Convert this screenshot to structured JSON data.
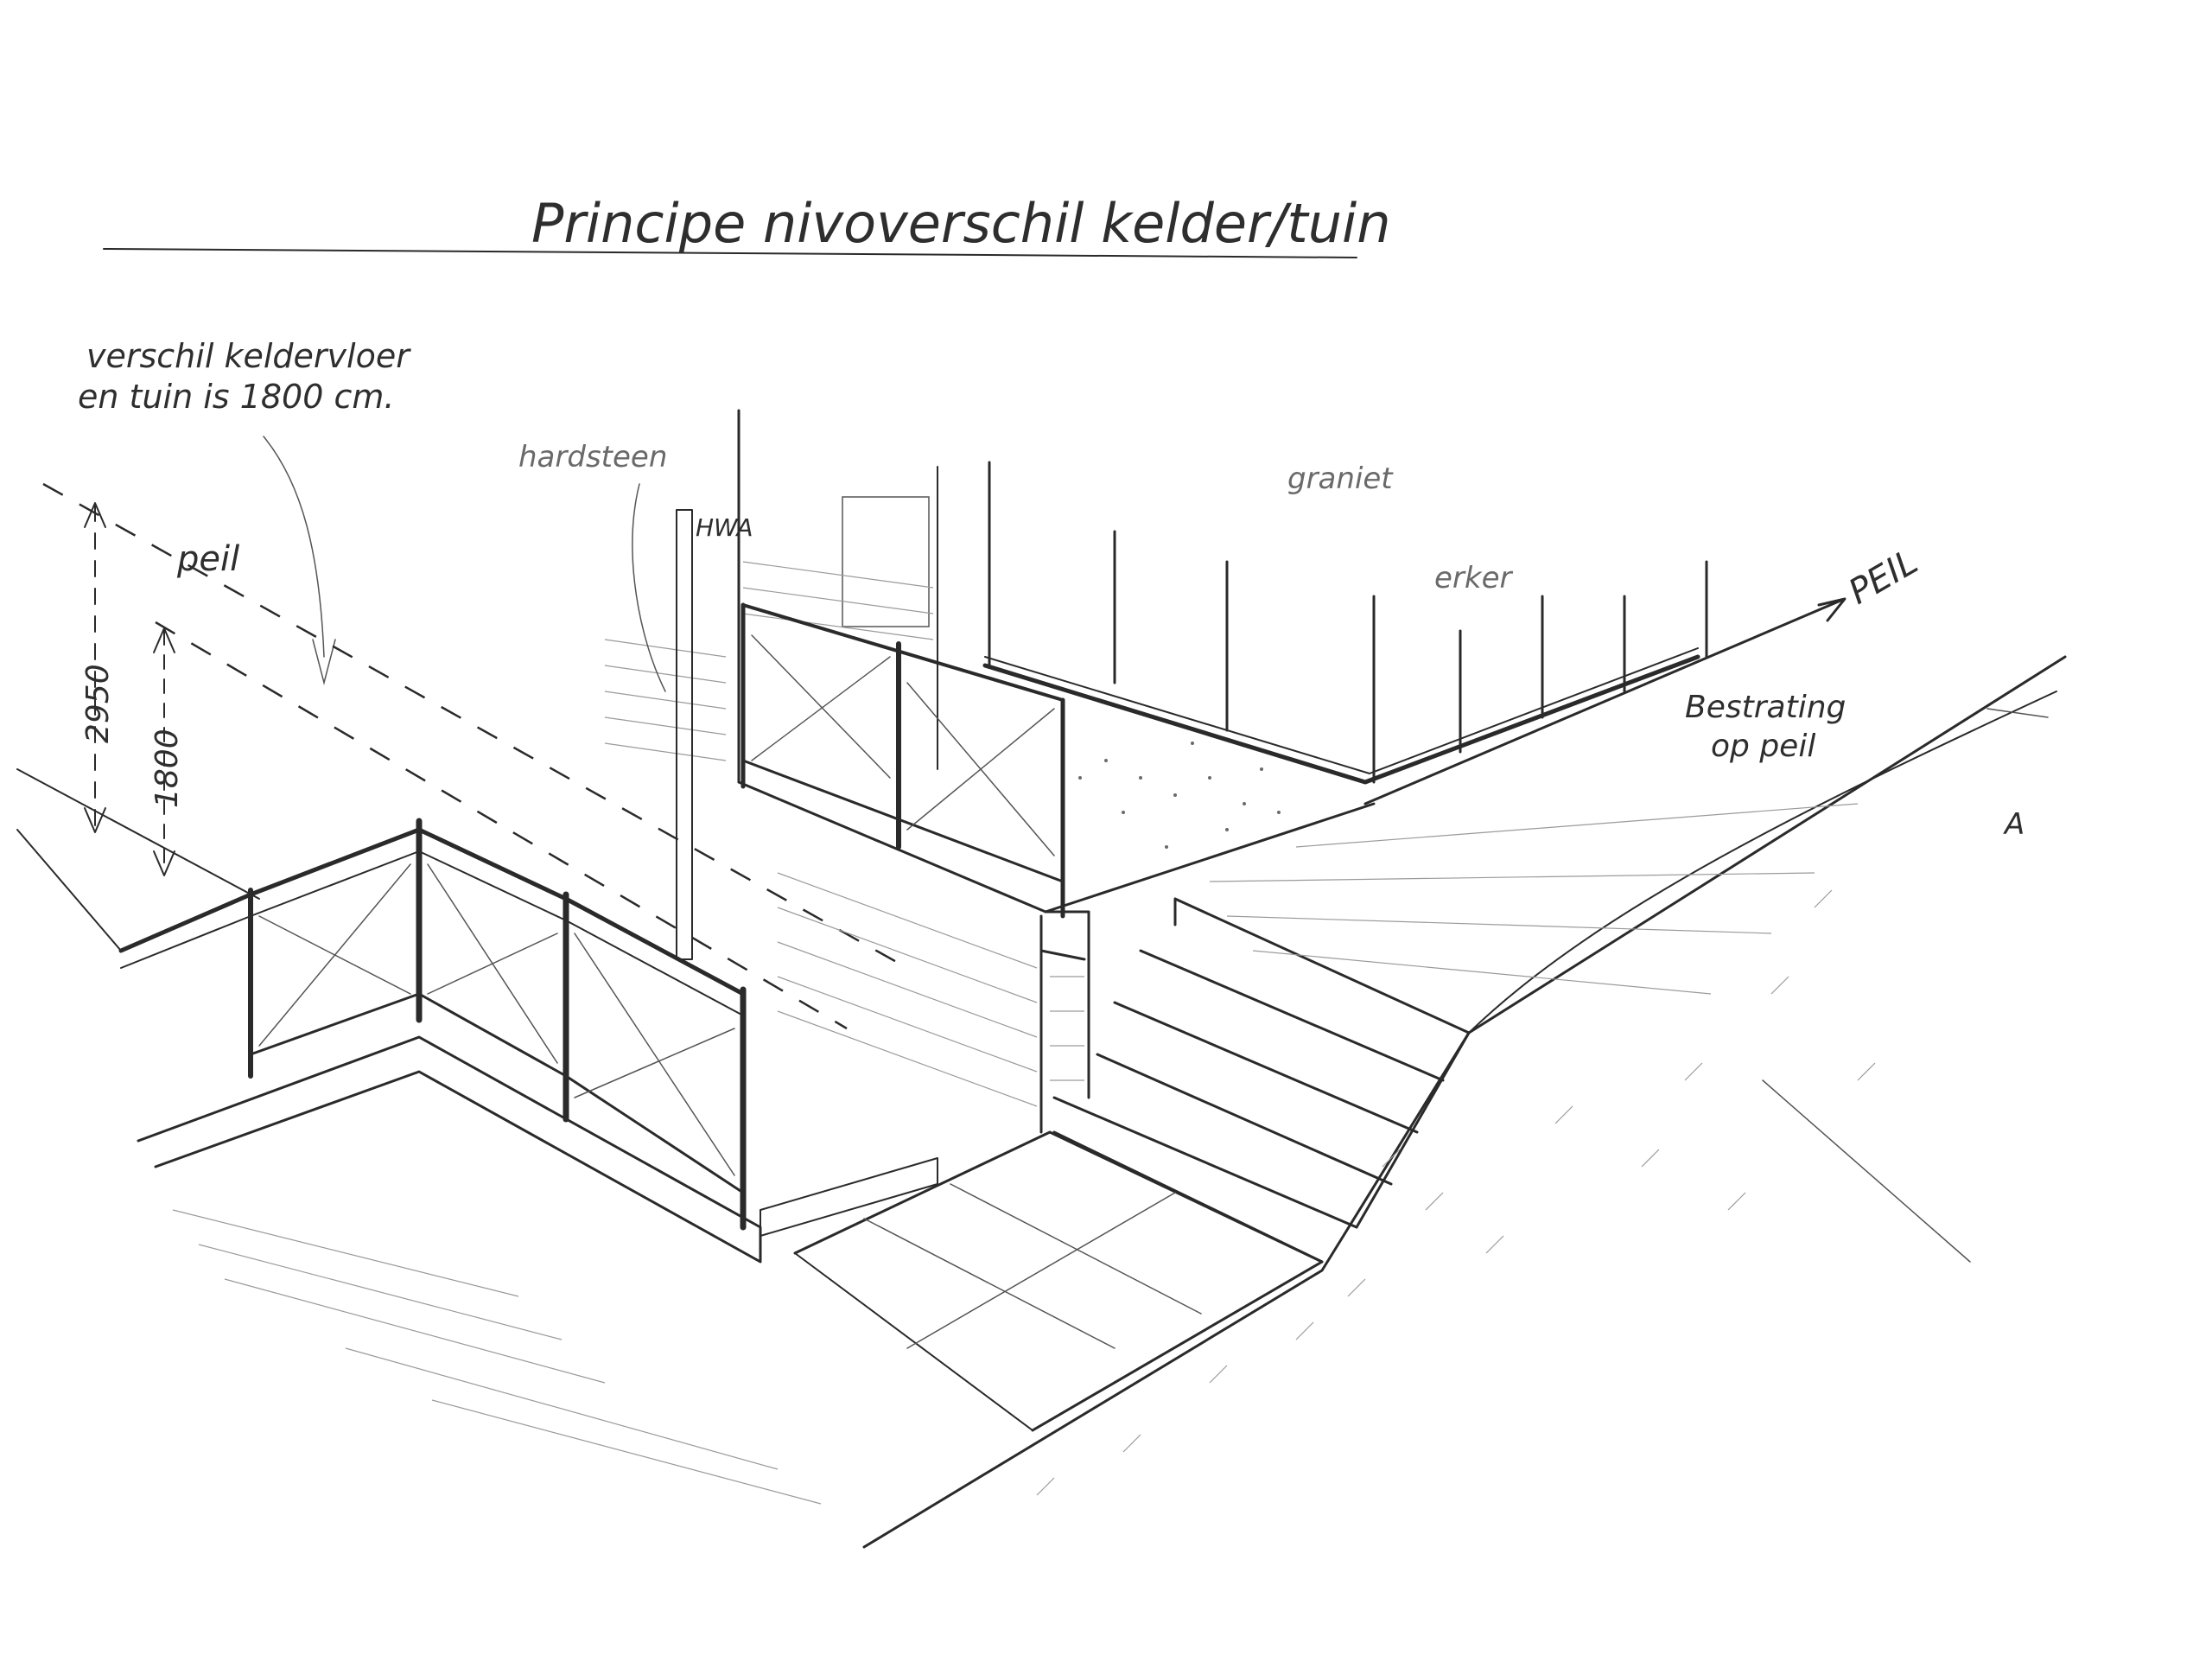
{
  "title": "Principe nivoverschil kelder/tuin",
  "annotations": {
    "level_note_line1": "verschil keldervloer",
    "level_note_line2": "en tuin is 1800 cm.",
    "peil_left": "peil",
    "peil_right": "PEIL",
    "hardsteen": "hardsteen",
    "hwa": "HWA",
    "graniet": "graniet",
    "erker": "erker",
    "bestrating_line1": "Bestrating",
    "bestrating_line2": "op peil",
    "dimension_total": "2950",
    "dimension_level": "1800",
    "section_marker": "A"
  },
  "colors": {
    "ink": "#2a2a2a",
    "hatch": "#9a9a9a",
    "paper": "#ffffff"
  }
}
